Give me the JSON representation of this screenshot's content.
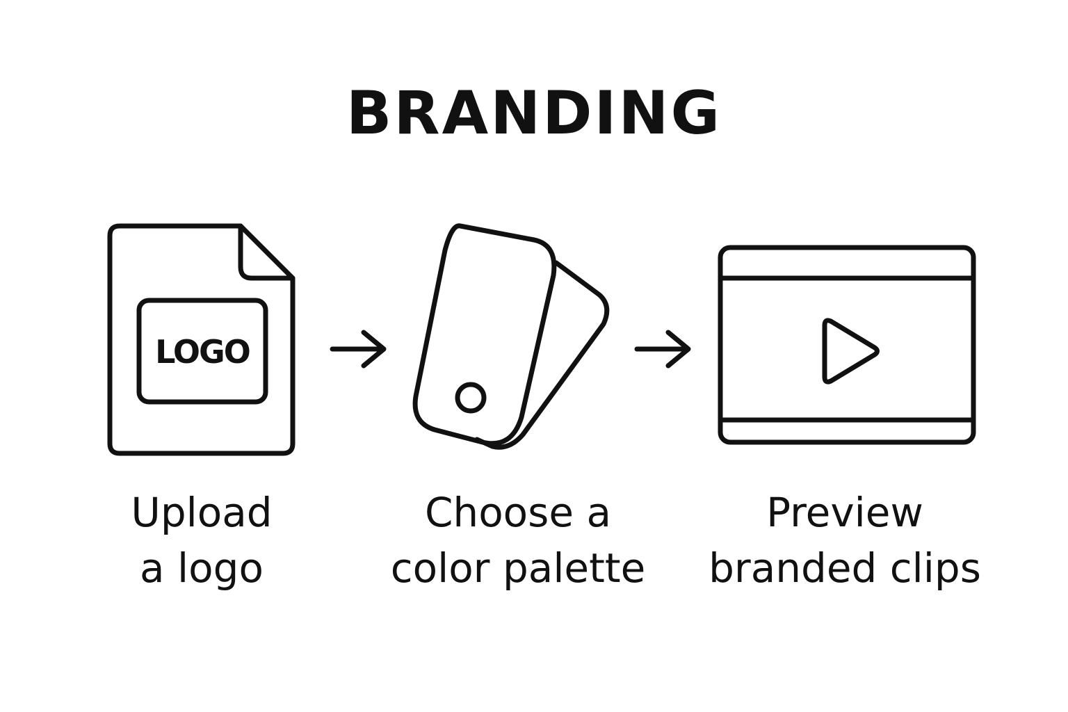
{
  "title": "BRANDING",
  "steps": [
    {
      "icon": "logo-file-icon",
      "icon_text": "LOGO",
      "label_line1": "Upload",
      "label_line2": "a logo"
    },
    {
      "icon": "color-swatch-icon",
      "label_line1": "Choose a",
      "label_line2": "color palette"
    },
    {
      "icon": "video-player-icon",
      "label_line1": "Preview",
      "label_line2": "branded clips"
    }
  ],
  "arrows": [
    "arrow-right-icon",
    "arrow-right-icon"
  ],
  "colors": {
    "stroke": "#111111",
    "background": "#ffffff"
  }
}
